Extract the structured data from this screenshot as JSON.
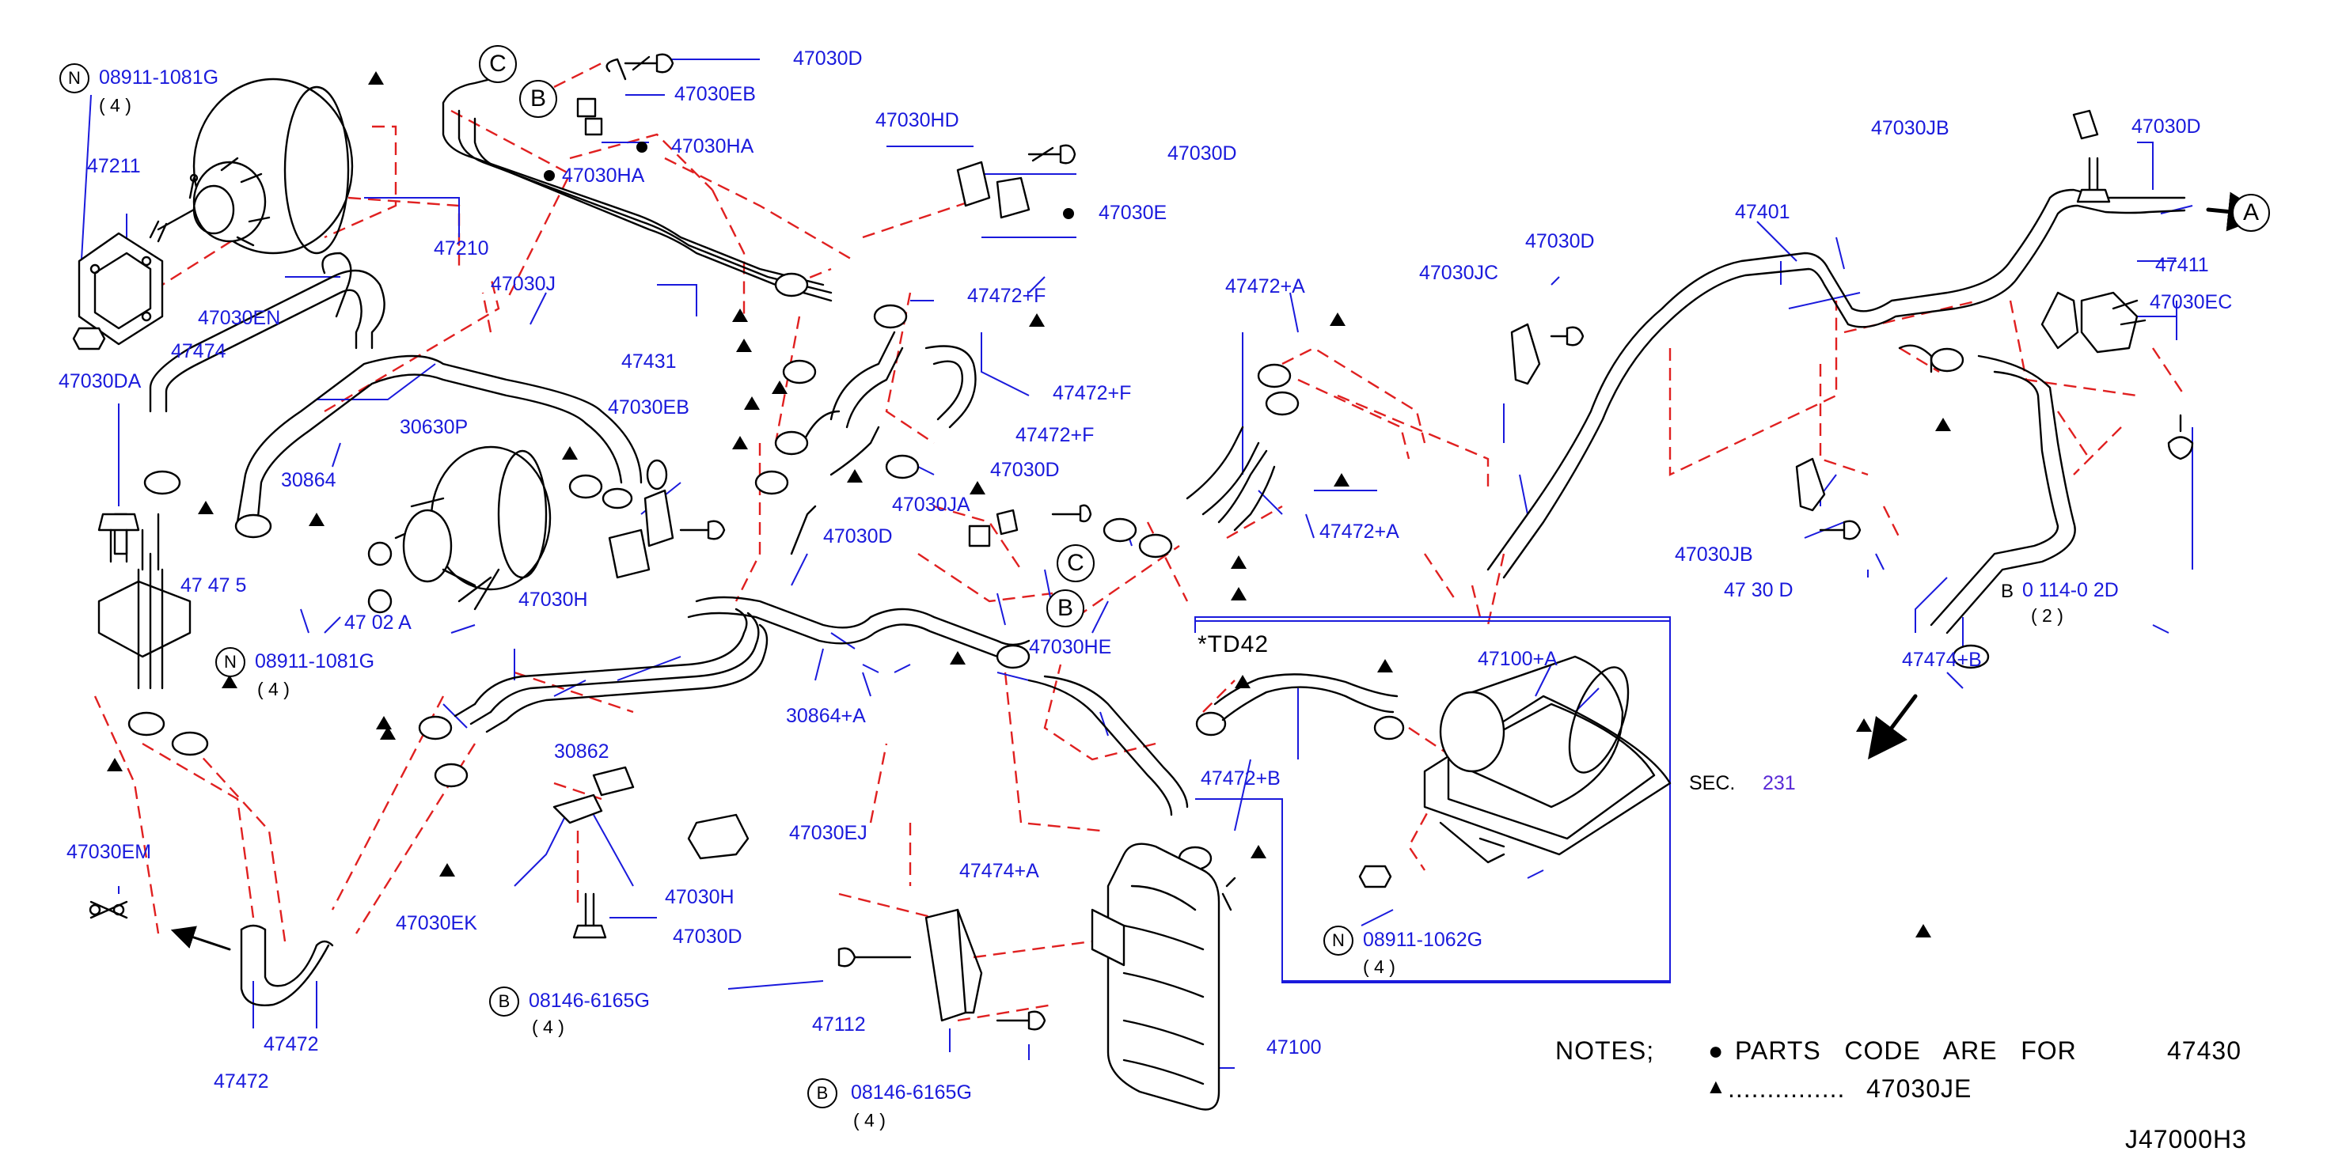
{
  "colors": {
    "leader": "#1a1adc",
    "dash": "#e02020",
    "ink": "#000000",
    "text": "#1a1adc"
  },
  "labels": {
    "n08911_top": "08911-1081G",
    "q4_top": "( 4 )",
    "p47211": "47211",
    "p47210": "47210",
    "p47030EN": "47030EN",
    "p47030DA": "47030DA",
    "p47474": "47474",
    "p30864": "30864",
    "p47030J": "47030J",
    "p47030D_top": "47030D",
    "p47030EB_top": "47030EB",
    "p47030HA_a": "47030HA",
    "p47030HA_b": "47030HA",
    "p47431": "47431",
    "p47030HD": "47030HD",
    "p47030D_b": "47030D",
    "p47030E": "47030E",
    "p47472F_a": "47472+F",
    "p47472F_b": "47472+F",
    "p47472F_c": "47472+F",
    "p47030EB_mid": "47030EB",
    "p30630P": "30630P",
    "p47030JA": "47030JA",
    "p47030D_c": "47030D",
    "p47030D_d": "47030D",
    "p47472A_a": "47472+A",
    "p47472A_b": "47472+A",
    "n08911_mid": "08911-1081G",
    "q4_mid": "( 4 )",
    "p30862": "30862",
    "p30864A": "30864+A",
    "p47030HE": "47030HE",
    "p47030EJ": "47030EJ",
    "p47030EM": "47030EM",
    "p47030EK": "47030EK",
    "p47030H": "47030H",
    "p47030D_e": "47030D",
    "b08146_a": "08146-6165G",
    "q4_b_a": "( 4 )",
    "p47472_a": "47472",
    "p47472_b": "47472",
    "p47112": "47112",
    "p47474A": "47474+A",
    "p47100": "47100",
    "b08146_b": "08146-6165G",
    "q4_b_b": "( 4 )",
    "p47472B": "47472+B",
    "p47100A": "47100+A",
    "n08911_1062": "08911-1062G",
    "q4_1062": "( 4 )",
    "p47030JB_top": "47030JB",
    "p47030D_right": "47030D",
    "p47401": "47401",
    "p47030JC": "47030JC",
    "p47030D_f": "47030D",
    "p47411": "47411",
    "p47030EC": "47030EC",
    "p47030JB_mid": "47030JB",
    "p47030D_partial": "47 30 D",
    "b_partial": "0 114-0 2D",
    "q2_partial": "( 2 )",
    "p47474B": "47474+B",
    "sec": "SEC.",
    "sec_num": "231",
    "p47475_partial": "47 47 5",
    "p47402A_partial": "47 02 A",
    "p47030H_partial": "47030H"
  },
  "callouts": {
    "A": "A",
    "B": "B",
    "C": "C"
  },
  "variant": "*TD42",
  "notes": {
    "title": "NOTES;",
    "row1_text": "PARTS   CODE   ARE   FOR",
    "row1_code": "47430",
    "row2_text": "...............",
    "row2_code": "47030JE"
  },
  "diagram_id": "J47000H3",
  "icons": [
    "circle-n-icon",
    "circle-b-icon",
    "dot-icon",
    "triangle-icon",
    "arrow-icon",
    "exhaust-symbol-icon"
  ]
}
